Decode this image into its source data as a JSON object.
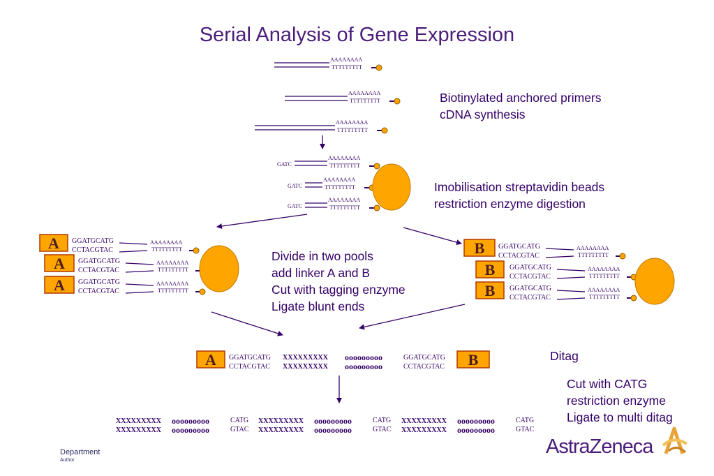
{
  "title": "Serial Analysis of Gene Expression",
  "notes": {
    "primers": [
      "Biotinylated anchored primers",
      "cDNA synthesis"
    ],
    "beads": [
      "Imobilisation streptavidin beads",
      "restriction enzyme digestion"
    ],
    "pools": [
      "Divide in two pools",
      "add linker A and B",
      "Cut with tagging enzyme",
      "Ligate blunt ends"
    ],
    "ditag": "Ditag",
    "concat": [
      "Cut with CATG",
      "restriction enzyme",
      "Ligate to multi ditag"
    ]
  },
  "seq": {
    "polyA": "AAAAAAAA",
    "polyT": "TTTTTTTTT",
    "gatc": "GATC",
    "linker_top": "GGATGCATG",
    "linker_bottom": "CCTACGTAC",
    "tag_x": "XXXXXXXXX",
    "tag_o": "OOOOOOOOO",
    "catg": "CATG",
    "gtac": "GTAC"
  },
  "linkers": {
    "a": "A",
    "b": "B"
  },
  "footer": {
    "department": "Department",
    "author": "Author"
  },
  "logo": "AstraZeneca",
  "colors": {
    "text": "#330066",
    "bead": "#ffa500",
    "box_stroke": "#b03a00",
    "line": "#330066"
  }
}
